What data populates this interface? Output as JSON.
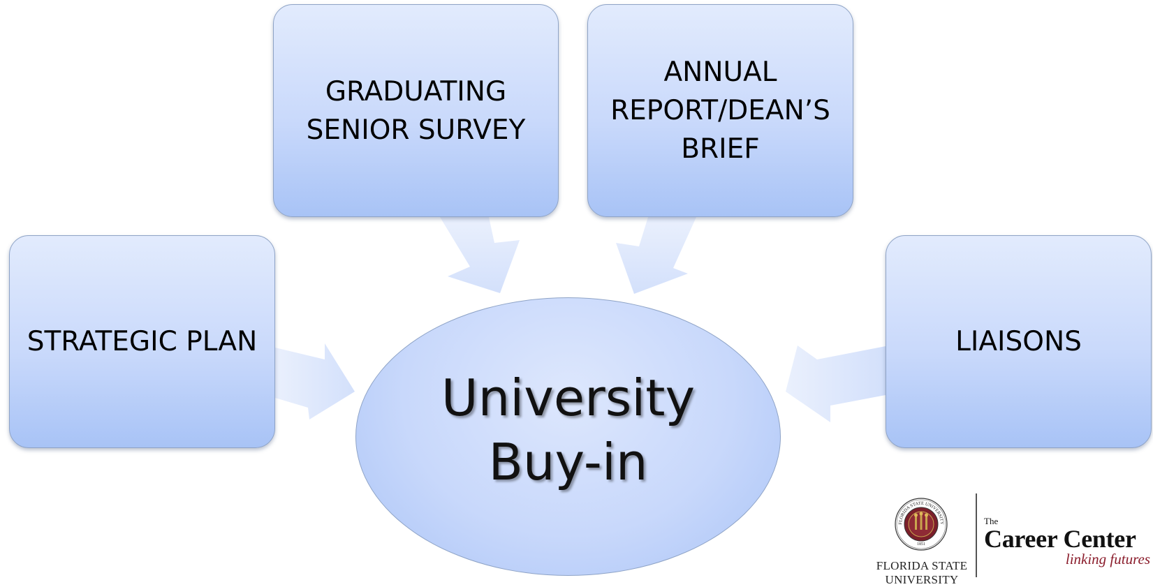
{
  "diagram": {
    "boxes": {
      "survey": [
        "GRADUATING",
        "SENIOR SURVEY"
      ],
      "annual": [
        "ANNUAL",
        "REPORT/DEAN’S",
        "BRIEF"
      ],
      "plan": [
        "STRATEGIC PLAN"
      ],
      "liaisons": [
        "LIAISONS"
      ]
    },
    "center": [
      "University",
      "Buy-in"
    ]
  },
  "logo": {
    "university_line1": "FLORIDA STATE",
    "university_line2": "UNIVERSITY",
    "the": "The",
    "name": "Career Center",
    "tagline": "linking futures",
    "seal_text": "FLORIDA STATE UNIVERSITY",
    "seal_year": "1851"
  },
  "colors": {
    "box_top": "#e2ebfd",
    "box_bottom": "#a8c3f6",
    "box_border": "#8ea3c6",
    "arrow_fill": "#dfe8fc",
    "seal_garnet": "#7b1f2a",
    "tagline": "#8a1c2b"
  }
}
